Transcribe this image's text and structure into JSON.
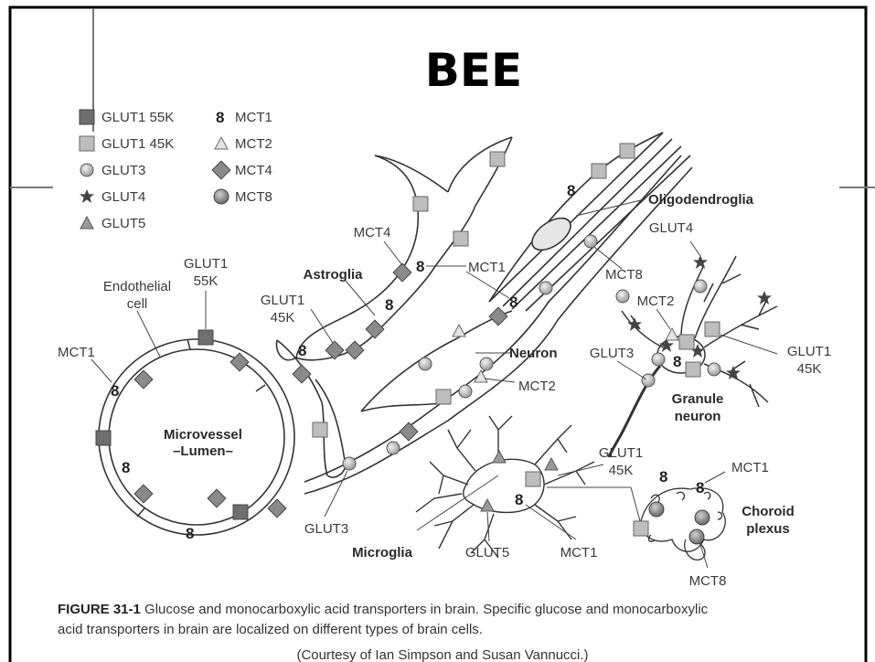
{
  "slide_title": "BEE",
  "legend": [
    {
      "symbol": "square-dark",
      "label": "GLUT1 55K"
    },
    {
      "symbol": "square-light",
      "label": "GLUT1 45K"
    },
    {
      "symbol": "circle",
      "label": "GLUT3"
    },
    {
      "symbol": "star",
      "label": "GLUT4"
    },
    {
      "symbol": "triangle-filled",
      "label": "GLUT5"
    },
    {
      "symbol": "eight",
      "label": "MCT1"
    },
    {
      "symbol": "triangle-open",
      "label": "MCT2"
    },
    {
      "symbol": "diamond",
      "label": "MCT4"
    },
    {
      "symbol": "circle-dark",
      "label": "MCT8"
    }
  ],
  "glyph_eight": "8",
  "labels": {
    "endothelial_1": "Endothelial",
    "endothelial_2": "cell",
    "glut1_55k_1": "GLUT1",
    "glut1_55k_2": "55K",
    "mct1_left": "MCT1",
    "microvessel_1": "Microvessel",
    "microvessel_2": "–Lumen–",
    "mct4_astro": "MCT4",
    "astroglia": "Astroglia",
    "glut1_45k_astro_1": "GLUT1",
    "glut1_45k_astro_2": "45K",
    "mct1_mid": "MCT1",
    "oligodendroglia": "Oligodendroglia",
    "mct8_oligo": "MCT8",
    "neuron": "Neuron",
    "mct2_neuron": "MCT2",
    "glut3_bottom": "GLUT3",
    "glut4_granule": "GLUT4",
    "mct2_granule": "MCT2",
    "glut3_granule": "GLUT3",
    "glut1_45k_granule_1": "GLUT1",
    "glut1_45k_granule_2": "45K",
    "granule_1": "Granule",
    "granule_2": "neuron",
    "glut1_45k_micro_1": "GLUT1",
    "glut1_45k_micro_2": "45K",
    "mct1_choroid": "MCT1",
    "choroid_1": "Choroid",
    "choroid_2": "plexus",
    "microglia": "Microglia",
    "glut5": "GLUT5",
    "mct1_micro": "MCT1",
    "mct8_choroid": "MCT8"
  },
  "caption": {
    "figure_label": "FIGURE 31-1",
    "line1": " Glucose and monocarboxylic acid transporters in brain. Specific glucose and monocarboxylic",
    "line2": "acid transporters in brain are localized on different types of brain cells.",
    "credit": "(Courtesy of Ian Simpson and Susan Vannucci.)"
  },
  "colors": {
    "dark_square": "#6e6e6e",
    "light_square": "#bdbdbd",
    "diamond": "#8a8a8a",
    "circle": "#c8c8c8",
    "line": "#333333"
  }
}
